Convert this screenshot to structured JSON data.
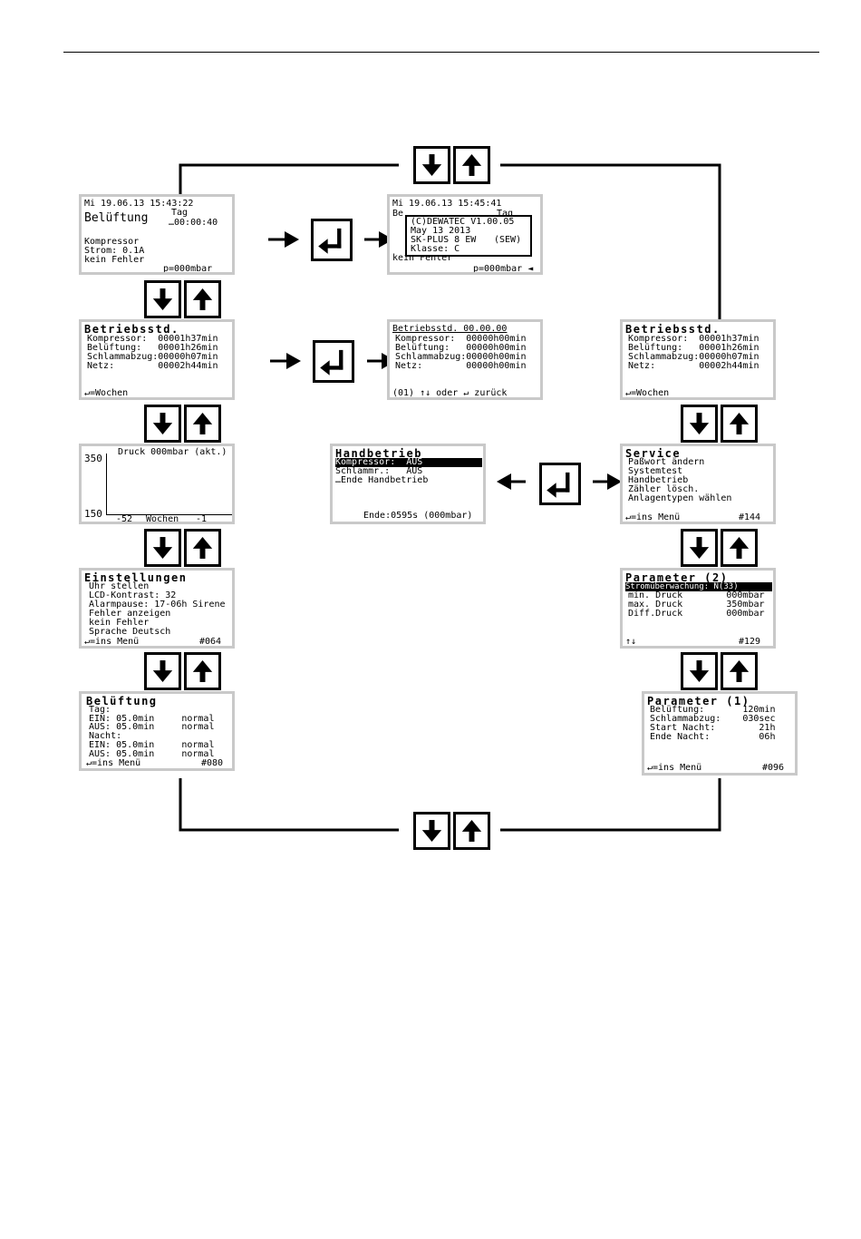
{
  "screens": {
    "s1": {
      "line1": "Mi 19.06.13 15:43:22",
      "title": "Belüftung",
      "tag": "Tag",
      "time": "…00:00:40",
      "l1": "Kompressor",
      "l2": "Strom: 0.1A",
      "l3": "kein Fehler",
      "footer": "p=000mbar"
    },
    "s2": {
      "line1": "Mi 19.06.13 15:45:41",
      "bg1": "Be",
      "bg2": "Tag",
      "bg3": "kein Fehler",
      "box_l1": "(C)DEWATEC V1.00.05",
      "box_l2": "May 13 2013",
      "box_l3": "SK-PLUS 8 EW",
      "box_l3b": "(SEW)",
      "box_l4": "Klasse: C",
      "footer": "p=000mbar ◄"
    },
    "s3": {
      "title": "Betriebsstd.",
      "rows": [
        "Kompressor:  00001h37min",
        "Belüftung:   00001h26min",
        "Schlammabzug:00000h07min",
        "Netz:        00002h44min"
      ],
      "footer": "↵=Wochen"
    },
    "s4": {
      "title": "Betriebsstd. 00.00.00",
      "rows": [
        "Kompressor:  00000h00min",
        "Belüftung:   00000h00min",
        "Schlammabzug:00000h00min",
        "Netz:        00000h00min"
      ],
      "footer": "(01) ↑↓ oder ↵ zurück"
    },
    "s5": {
      "title": "Betriebsstd.",
      "rows": [
        "Kompressor:  00001h37min",
        "Belüftung:   00001h26min",
        "Schlammabzug:00000h07min",
        "Netz:        00002h44min"
      ],
      "footer": "↵=Wochen"
    },
    "s6": {
      "ytop": "350",
      "ybot": "150",
      "label": "Druck 000mbar (akt.)",
      "xl": "-52",
      "xm": "Wochen",
      "xr": "-1"
    },
    "s7": {
      "title": "Handbetrieb",
      "row1": "Kompressor:  AUS",
      "row2": "Schlammr.:   AUS",
      "row3": "…Ende Handbetrieb",
      "footer": "Ende:0595s (000mbar)"
    },
    "s8": {
      "title": "Service",
      "items": [
        "Paßwort ändern",
        "Systemtest",
        "Handbetrieb",
        "Zähler lösch.",
        "Anlagentypen wählen"
      ],
      "footer_l": "↵=ins Menü",
      "footer_r": "#144"
    },
    "s9": {
      "title": "Einstellungen",
      "items": [
        "Uhr stellen",
        "LCD-Kontrast: 32",
        "Alarmpause: 17-06h Sirene",
        "Fehler anzeigen",
        "kein Fehler",
        "Sprache Deutsch"
      ],
      "footer_l": "↵=ins Menü",
      "footer_r": "#064"
    },
    "s10": {
      "title": "Parameter (2)",
      "row1": "Stromüberwachung: N(33)",
      "rows": [
        "min. Druck        000mbar",
        "max. Druck        350mbar",
        "Diff.Druck        000mbar"
      ],
      "footer_l": "↑↓",
      "footer_r": "#129"
    },
    "s11": {
      "title": "Belüftung",
      "rows": [
        "Tag:",
        "EIN: 05.0min     normal",
        "AUS: 05.0min     normal",
        "Nacht:",
        "EIN: 05.0min     normal",
        "AUS: 05.0min     normal"
      ],
      "footer_l": "↵=ins Menü",
      "footer_r": "#080"
    },
    "s12": {
      "title": "Parameter (1)",
      "rows": [
        "Belüftung:       120min",
        "Schlammabzug:    030sec",
        "Start Nacht:        21h",
        "Ende Nacht:         06h"
      ],
      "footer_l": "↵=ins Menü",
      "footer_r": "#096"
    }
  },
  "icons": {
    "down": "arrow-down-key",
    "up": "arrow-up-key",
    "enter": "enter-key"
  }
}
